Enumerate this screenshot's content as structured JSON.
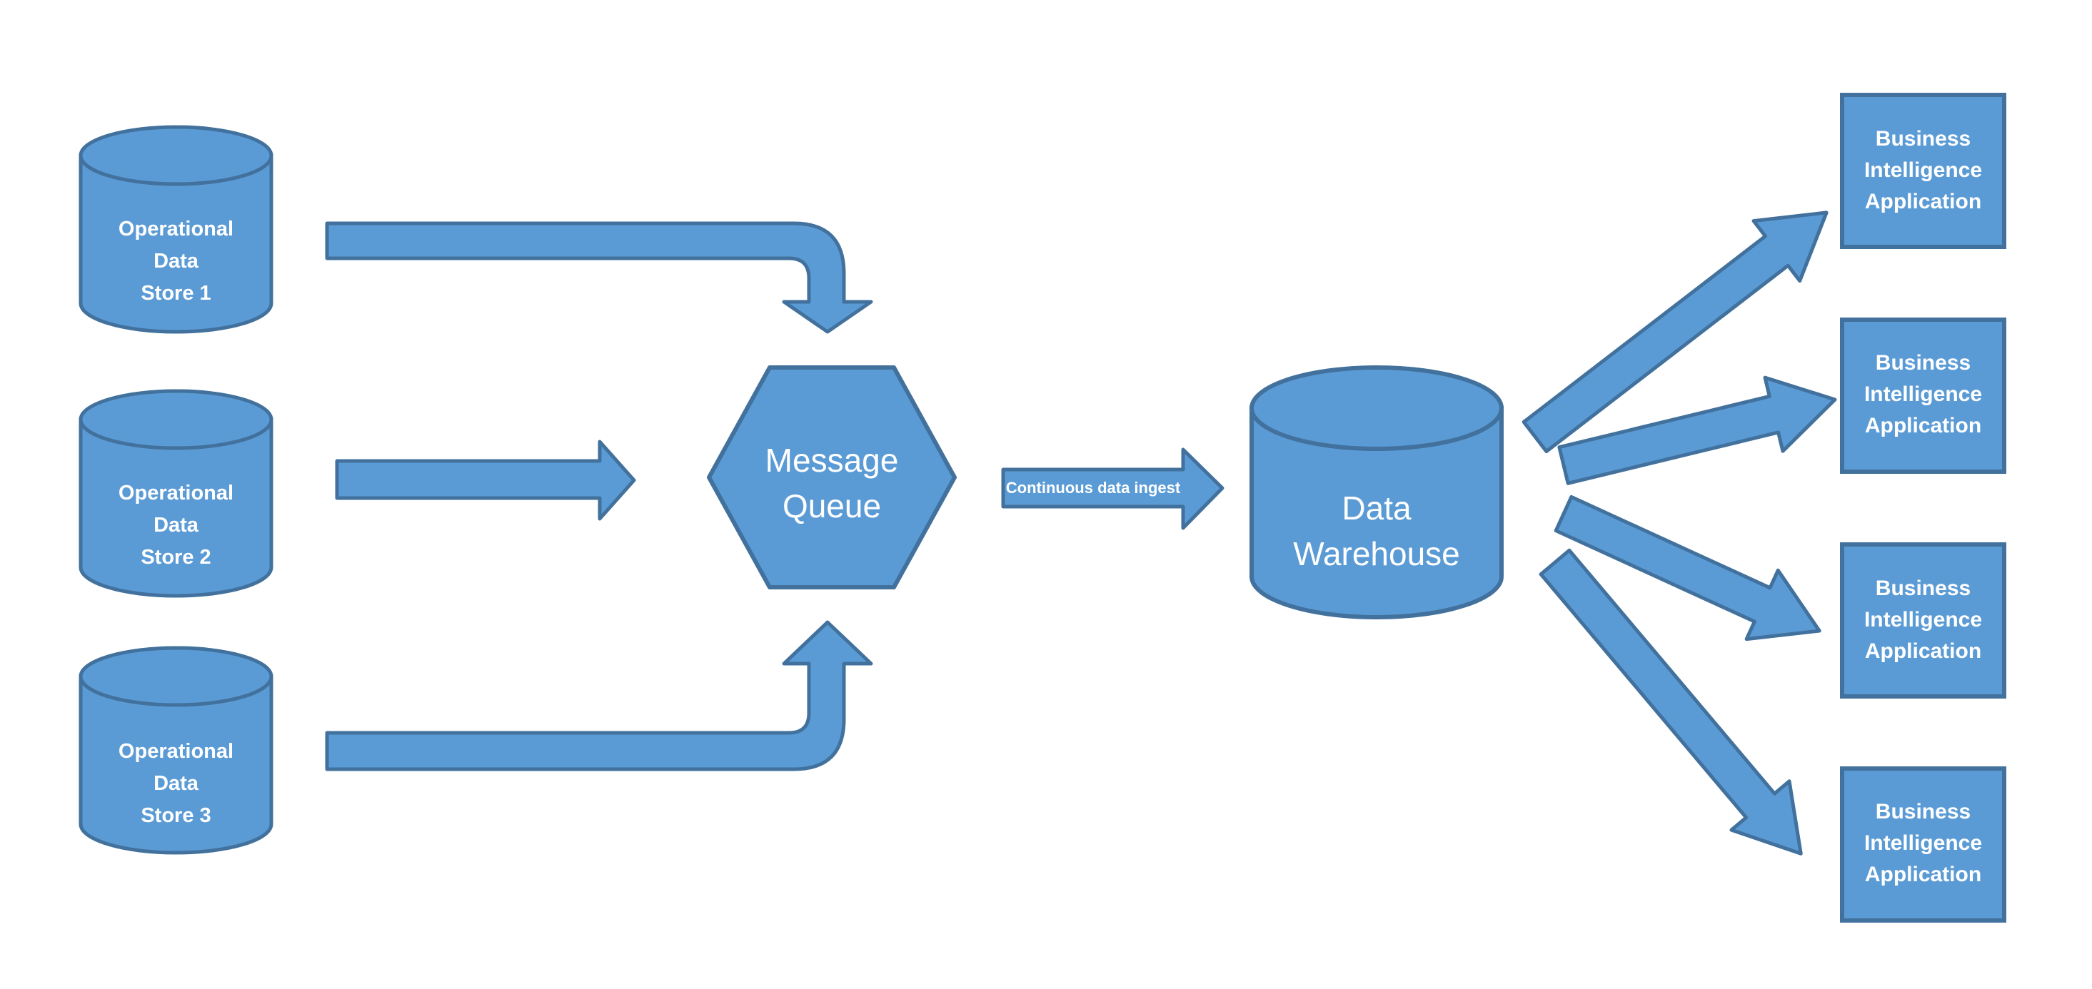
{
  "title": "Data warehouse continuous ingest diagram",
  "colors": {
    "shape_fill": "#5B9BD5",
    "shape_stroke": "#41719C",
    "label_text": "#FFFFFF",
    "background": "#FFFFFF"
  },
  "nodes": {
    "ods1": {
      "label": "Operational\nData\nStore 1",
      "shape": "cylinder"
    },
    "ods2": {
      "label": "Operational\nData\nStore 2",
      "shape": "cylinder"
    },
    "ods3": {
      "label": "Operational\nData\nStore 3",
      "shape": "cylinder"
    },
    "message_queue": {
      "label": "Message\nQueue",
      "shape": "hexagon"
    },
    "data_warehouse": {
      "label": "Data\nWarehouse",
      "shape": "cylinder"
    },
    "bi1": {
      "label": "Business\nIntelligence\nApplication",
      "shape": "rectangle"
    },
    "bi2": {
      "label": "Business\nIntelligence\nApplication",
      "shape": "rectangle"
    },
    "bi3": {
      "label": "Business\nIntelligence\nApplication",
      "shape": "rectangle"
    },
    "bi4": {
      "label": "Business\nIntelligence\nApplication",
      "shape": "rectangle"
    }
  },
  "edges": [
    {
      "from": "ods1",
      "to": "message_queue",
      "label": ""
    },
    {
      "from": "ods2",
      "to": "message_queue",
      "label": ""
    },
    {
      "from": "ods3",
      "to": "message_queue",
      "label": ""
    },
    {
      "from": "message_queue",
      "to": "data_warehouse",
      "label": "Continuous data ingest"
    },
    {
      "from": "data_warehouse",
      "to": "bi1",
      "label": ""
    },
    {
      "from": "data_warehouse",
      "to": "bi2",
      "label": ""
    },
    {
      "from": "data_warehouse",
      "to": "bi3",
      "label": ""
    },
    {
      "from": "data_warehouse",
      "to": "bi4",
      "label": ""
    }
  ]
}
